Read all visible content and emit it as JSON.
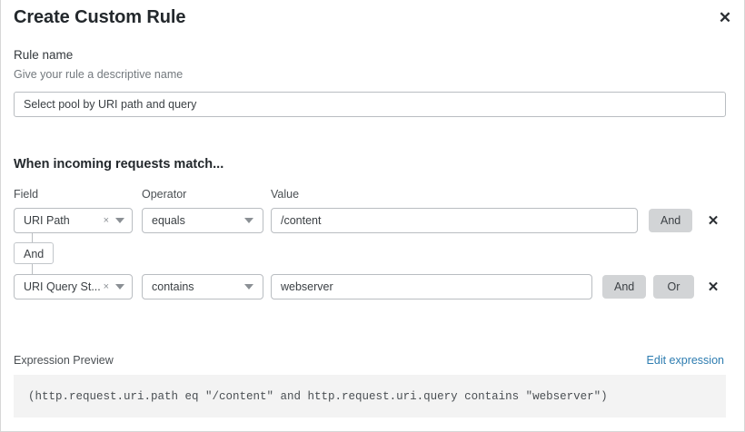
{
  "dialog": {
    "title": "Create Custom Rule",
    "close_icon": "close-icon"
  },
  "rule_name": {
    "label": "Rule name",
    "description": "Give your rule a descriptive name",
    "value": "Select pool by URI path and query",
    "placeholder": "Select pool by URI path and query"
  },
  "conditions": {
    "heading": "When incoming requests match...",
    "columns": {
      "field": "Field",
      "operator": "Operator",
      "value": "Value"
    },
    "connector": {
      "label": "And"
    },
    "rows": [
      {
        "field": "URI Path",
        "clear_icon": "×",
        "operator": "equals",
        "value": "/content",
        "buttons": [
          "And"
        ],
        "delete_icon": "✕"
      },
      {
        "field": "URI Query St...",
        "clear_icon": "×",
        "operator": "contains",
        "value": "webserver",
        "buttons": [
          "And",
          "Or"
        ],
        "delete_icon": "✕"
      }
    ]
  },
  "expression": {
    "label": "Expression Preview",
    "edit_link": "Edit expression",
    "code": "(http.request.uri.path eq \"/content\" and http.request.uri.query contains \"webserver\")"
  },
  "colors": {
    "link": "#2d7cb0",
    "button_bg": "#d2d4d6",
    "border": "#b9bdc1",
    "code_bg": "#f3f3f3"
  }
}
